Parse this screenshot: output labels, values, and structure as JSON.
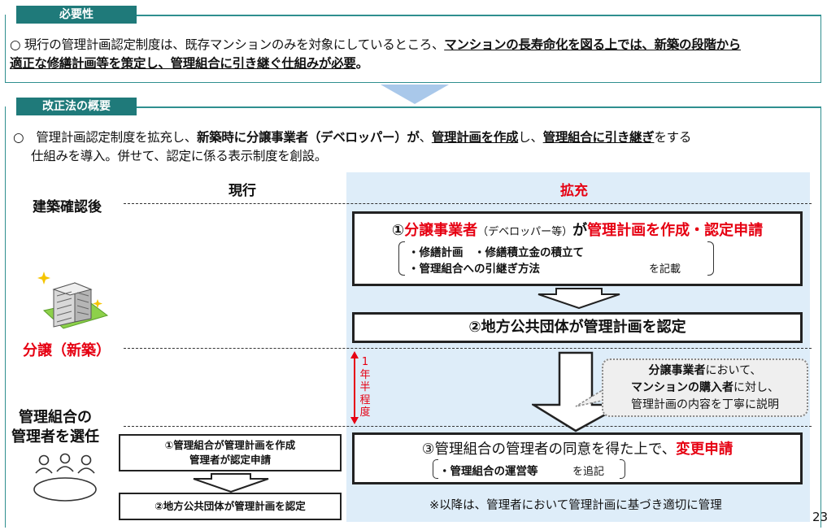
{
  "section1": {
    "tag": "必要性",
    "text_plain": "○ 現行の管理計画認定制度は、既存マンションのみを対象にしているところ、",
    "text_emph1": "マンションの長寿命化を図る上では、新築の段階から",
    "text_emph2": "適正な修繕計画等を策定し、管理組合に引き継ぐ仕組みが必要",
    "text_end": "。"
  },
  "section2": {
    "tag": "改正法の概要",
    "t1": "○　管理計画認定制度を拡充し、",
    "t2": "新築時に分譲事業者（デベロッパー）が",
    "t3": "、",
    "t4": "管理計画を作成",
    "t5": "し、",
    "t6": "管理組合に引き継ぎ",
    "t7": "をする",
    "t8": "仕組みを導入。併せて、認定に係る表示制度を創設。"
  },
  "columns": {
    "current": "現行",
    "expanded": "拡充"
  },
  "stages": {
    "after_confirmation": "建築確認後",
    "sale": "分譲（新築）",
    "select_line1": "管理組合の",
    "select_line2": "管理者を選任"
  },
  "timeline_label": [
    "1",
    "年",
    "半",
    "程",
    "度"
  ],
  "step1": {
    "num": "①",
    "actor": "分譲事業者",
    "actor_note": "（デベロッパー等）",
    "ga": "が",
    "action1": "管理計画を作成",
    "dot": "・",
    "action2": "認定申請",
    "item1": "・修繕計画　・修繕積立金の積立て",
    "item2": "・管理組合への引継ぎ方法",
    "item_suffix": "を記載"
  },
  "step2": {
    "num": "②",
    "actor": "地方公共団体",
    "ga": "が",
    "action": "管理計画を認定"
  },
  "callout": {
    "l1a": "分譲事業者",
    "l1b": "において、",
    "l2a": "マンションの購入者",
    "l2b": "に対し、",
    "l3": "管理計画の内容を丁寧に説明"
  },
  "step3": {
    "text": "③管理組合の管理者の同意を得た上で、",
    "action": "変更申請",
    "item": "・管理組合の運営等",
    "item_suffix": "を追記"
  },
  "footnote": "※以降は、管理者において管理計画に基づき適切に管理",
  "current_flow": {
    "step1_l1": "①管理組合が管理計画を作成",
    "step1_l2": "管理者が認定申請",
    "step2": "②地方公共団体が管理計画を認定"
  },
  "page_number": "23",
  "colors": {
    "teal": "#1f7a7a",
    "red": "#e60012",
    "light_blue_panel": "#deedf9",
    "arrow_blue": "#a9c8ea"
  }
}
